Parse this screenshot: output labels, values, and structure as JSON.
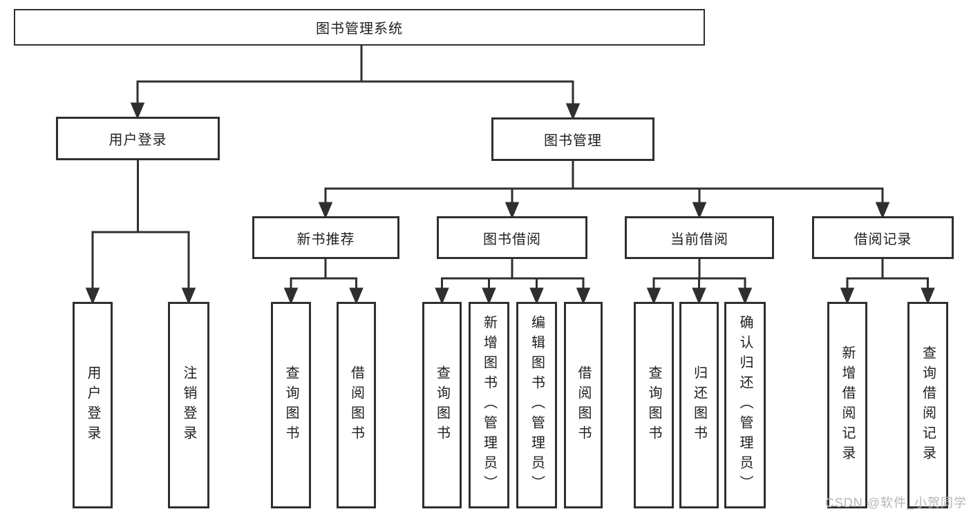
{
  "diagram": {
    "type": "tree",
    "nodes": {
      "root": "图书管理系统",
      "user_login": "用户登录",
      "book_mgmt": "图书管理",
      "new_book_rec": "新书推荐",
      "book_borrow": "图书借阅",
      "current_borrow": "当前借阅",
      "borrow_records": "借阅记录",
      "ul_user_login": "用户登录",
      "ul_logout": "注销登录",
      "nb_query": "查询图书",
      "nb_borrow": "借阅图书",
      "bb_query": "查询图书",
      "bb_add": "新增图书（管理员）",
      "bb_edit": "编辑图书（管理员）",
      "bb_borrow": "借阅图书",
      "cb_query": "查询图书",
      "cb_return": "归还图书",
      "cb_confirm": "确认归还（管理员）",
      "br_add": "新增借阅记录",
      "br_query": "查询借阅记录"
    },
    "structure": {
      "root": [
        "user_login",
        "book_mgmt"
      ],
      "user_login": [
        "ul_user_login",
        "ul_logout"
      ],
      "book_mgmt": [
        "new_book_rec",
        "book_borrow",
        "current_borrow",
        "borrow_records"
      ],
      "new_book_rec": [
        "nb_query",
        "nb_borrow"
      ],
      "book_borrow": [
        "bb_query",
        "bb_add",
        "bb_edit",
        "bb_borrow"
      ],
      "current_borrow": [
        "cb_query",
        "cb_return",
        "cb_confirm"
      ],
      "borrow_records": [
        "br_add",
        "br_query"
      ]
    },
    "colors": {
      "line": "#2f2f2f",
      "box_border": "#2f2f2f",
      "text": "#1f1f1f",
      "background": "#ffffff",
      "watermark": "#b5b5b5"
    },
    "watermark": "CSDN @软件_小贺同学"
  }
}
